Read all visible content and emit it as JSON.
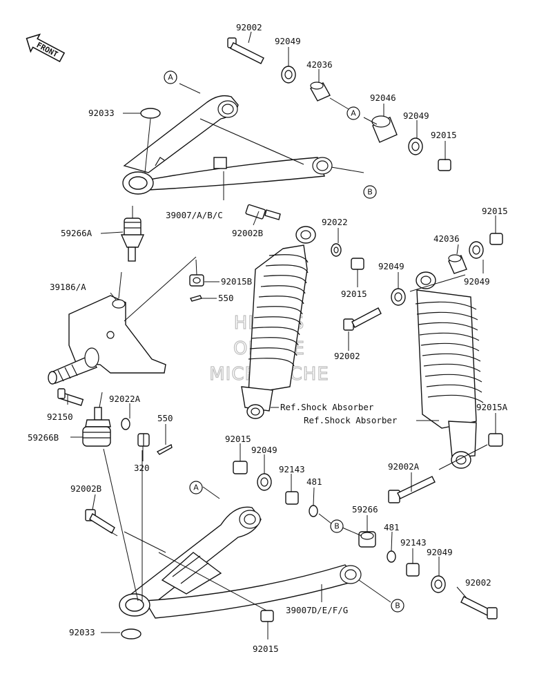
{
  "front_arrow": {
    "label": "FRONT"
  },
  "callouts": {
    "A": "A",
    "B": "B"
  },
  "watermark": [
    "HLSM'S",
    "ONLINE",
    "MICROFICHE"
  ],
  "parts": {
    "p92002_top": "92002",
    "p92049_a": "92049",
    "p42036_a": "42036",
    "p92046": "92046",
    "p92049_b": "92049",
    "p92015_a": "92015",
    "p92033_top": "92033",
    "p39007abc": "39007/A/B/C",
    "p92002b_mid": "92002B",
    "p92022": "92022",
    "p59266a": "59266A",
    "p92015b": "92015B",
    "p550_top": "550",
    "p39186a": "39186/A",
    "p92015_b": "92015",
    "p92049_c": "92049",
    "p42036_b": "42036",
    "p92015_c": "92015",
    "p92049_d": "92049",
    "p92002_mid": "92002",
    "p92150": "92150",
    "p92022a": "92022A",
    "p550_low": "550",
    "p59266b": "59266B",
    "p320": "320",
    "ref_shock_1": "Ref.Shock Absorber",
    "ref_shock_2": "Ref.Shock Absorber",
    "p92015a": "92015A",
    "p92015_d": "92015",
    "p92049_e": "92049",
    "p92143_a": "92143",
    "p481_a": "481",
    "p92002a": "92002A",
    "p92002b_low": "92002B",
    "p59266": "59266",
    "p481_b": "481",
    "p92143_b": "92143",
    "p92049_f": "92049",
    "p92002_low": "92002",
    "p39007defg": "39007D/E/F/G",
    "p92033_low": "92033",
    "p92015_e": "92015"
  }
}
